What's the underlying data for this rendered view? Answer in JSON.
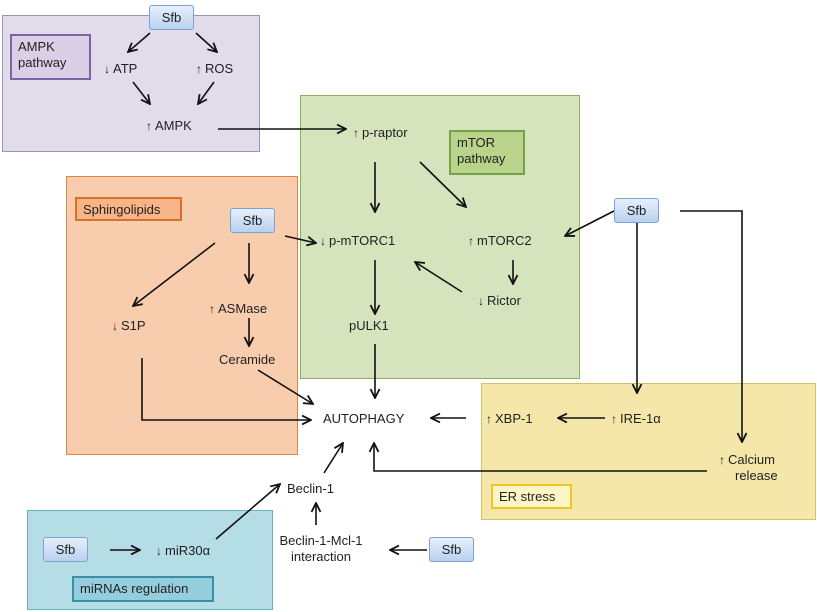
{
  "regions": {
    "ampk": {
      "label": "AMPK pathway"
    },
    "mtor": {
      "label": "mTOR pathway"
    },
    "sphingolipids": {
      "label": "Sphingolipids"
    },
    "er_stress": {
      "label": "ER stress"
    },
    "mirnas": {
      "label": "miRNAs regulation"
    }
  },
  "sfb_label": "Sfb",
  "nodes": {
    "atp": {
      "arrow": "↓",
      "text": "ATP"
    },
    "ros": {
      "arrow": "↑",
      "text": "ROS"
    },
    "ampk": {
      "arrow": "↑",
      "text": "AMPK"
    },
    "p_raptor": {
      "arrow": "↑",
      "text": "p-raptor"
    },
    "p_mtorc1": {
      "arrow": "↓",
      "text": "p-mTORC1"
    },
    "mtorc2": {
      "arrow": "↑",
      "text": "mTORC2"
    },
    "rictor": {
      "arrow": "↓",
      "text": "Rictor"
    },
    "pulk1": {
      "text": "pULK1"
    },
    "s1p": {
      "arrow": "↓",
      "text": "S1P"
    },
    "asmase": {
      "arrow": "↑",
      "text": "ASMase"
    },
    "ceramide": {
      "text": "Ceramide"
    },
    "autophagy": {
      "text": "AUTOPHAGY"
    },
    "xbp1": {
      "arrow": "↑",
      "text": "XBP-1"
    },
    "ire1a": {
      "arrow": "↑",
      "text": "IRE-1α"
    },
    "calcium": {
      "arrow": "↑",
      "line1": "Calcium",
      "line2": "release"
    },
    "beclin1": {
      "text": "Beclin-1"
    },
    "beclin_mcl1": {
      "line1": "Beclin-1-Mcl-1",
      "line2": "interaction"
    },
    "mir30a": {
      "arrow": "↓",
      "text": "miR30α"
    }
  }
}
